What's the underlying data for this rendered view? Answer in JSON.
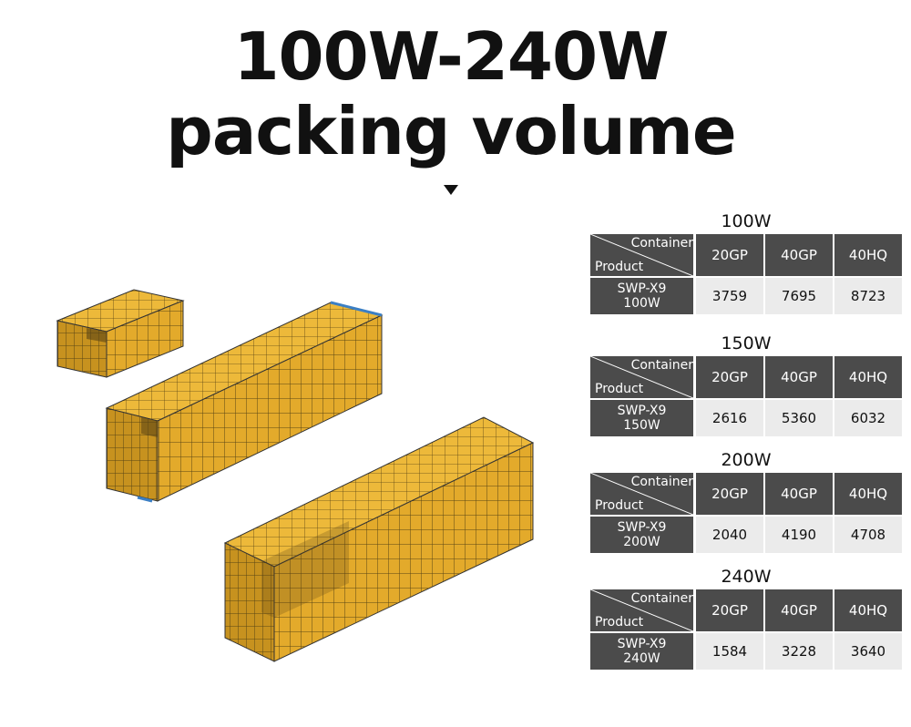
{
  "title": {
    "line1": "100W-240W",
    "line2": "packing volume"
  },
  "icons": {
    "down_arrow": "triangle-down-icon",
    "illustration": "stacked-shipping-containers-illustration"
  },
  "colors": {
    "header_bg": "#4b4b4b",
    "value_bg": "#ebebeb",
    "box_fill": "#e3aa2b",
    "box_line": "#5a4514"
  },
  "table_labels": {
    "container": "Container",
    "product": "Product"
  },
  "columns": [
    "20GP",
    "40GP",
    "40HQ"
  ],
  "tables": [
    {
      "title": "100W",
      "product_line1": "SWP-X9",
      "product_line2": "100W",
      "values": [
        "3759",
        "7695",
        "8723"
      ]
    },
    {
      "title": "150W",
      "product_line1": "SWP-X9",
      "product_line2": "150W",
      "values": [
        "2616",
        "5360",
        "6032"
      ]
    },
    {
      "title": "200W",
      "product_line1": "SWP-X9",
      "product_line2": "200W",
      "values": [
        "2040",
        "4190",
        "4708"
      ]
    },
    {
      "title": "240W",
      "product_line1": "SWP-X9",
      "product_line2": "240W",
      "values": [
        "1584",
        "3228",
        "3640"
      ]
    }
  ]
}
